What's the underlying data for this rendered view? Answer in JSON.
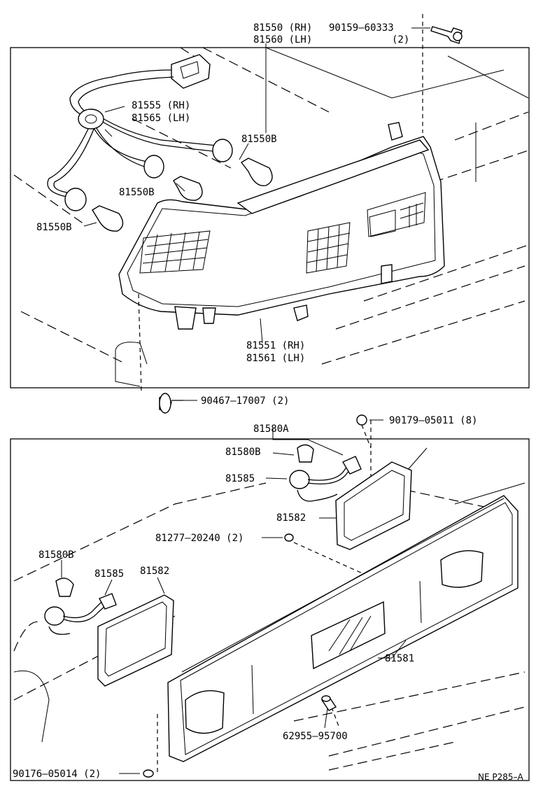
{
  "labels": {
    "p81550": "81550 (RH)",
    "p81560": "81560 (LH)",
    "p90159": "90159–60333",
    "p90159_qty": "(2)",
    "p81555": "81555 (RH)",
    "p81565": "81565 (LH)",
    "p81550b_a": "81550B",
    "p81550b_b": "81550B",
    "p81550b_c": "81550B",
    "p81551": "81551 (RH)",
    "p81561": "81561 (LH)",
    "p90467": "90467–17007 (2)",
    "p81580a": "81580A",
    "p90179": "90179–05011 (8)",
    "p81580b_a": "81580B",
    "p81585_a": "81585",
    "p81582_a": "81582",
    "p81277": "81277–20240 (2)",
    "p81580b_b": "81580B",
    "p81585_b": "81585",
    "p81582_b": "81582",
    "p81581": "81581",
    "p62955": "62955–95700",
    "p90176": "90176–05014 (2)",
    "ref": "NE P285–A"
  }
}
